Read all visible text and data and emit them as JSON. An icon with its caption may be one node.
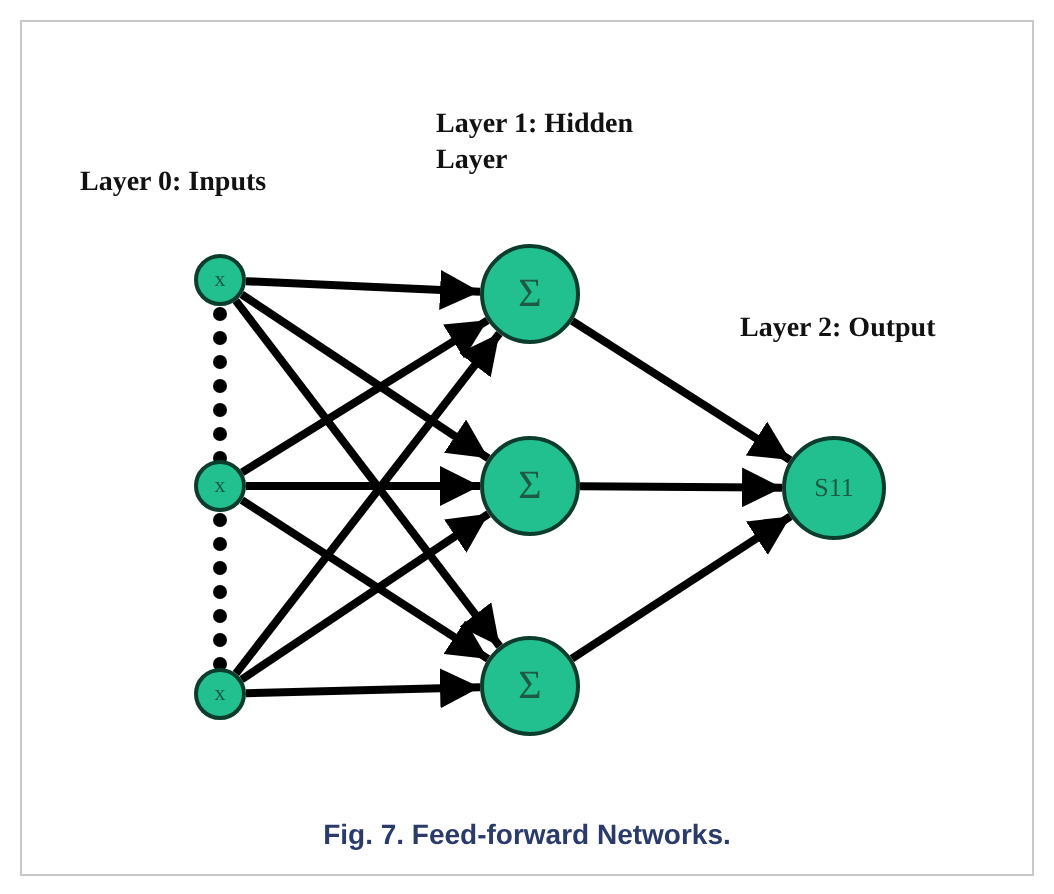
{
  "diagram": {
    "caption": "Fig. 7. Feed-forward Networks.",
    "nodes": [
      {
        "text": [
          "x"
        ]
      },
      {
        "text": [
          "x"
        ]
      },
      {
        "text": [
          "x"
        ]
      },
      {
        "text": [
          "Σ"
        ]
      },
      {
        "text": [
          "Σ"
        ]
      },
      {
        "text": [
          "Σ"
        ]
      },
      {
        "text": [
          "S11"
        ]
      }
    ],
    "edges": [
      {
        "from": 0,
        "to": 3,
        "arrow": "to"
      },
      {
        "from": 0,
        "to": 4,
        "arrow": "to"
      },
      {
        "from": 0,
        "to": 5,
        "arrow": "to"
      },
      {
        "from": 1,
        "to": 3,
        "arrow": "to"
      },
      {
        "from": 1,
        "to": 4,
        "arrow": "to"
      },
      {
        "from": 1,
        "to": 5,
        "arrow": "to"
      },
      {
        "from": 2,
        "to": 3,
        "arrow": "to"
      },
      {
        "from": 2,
        "to": 4,
        "arrow": "to"
      },
      {
        "from": 2,
        "to": 5,
        "arrow": "to"
      },
      {
        "from": 3,
        "to": 6,
        "arrow": "to"
      },
      {
        "from": 4,
        "to": 6,
        "arrow": "to"
      },
      {
        "from": 5,
        "to": 6,
        "arrow": "to"
      }
    ],
    "labels": [
      "Layer 0: Inputs",
      "Layer 1: Hidden Layer",
      "Layer 2: Output"
    ]
  }
}
